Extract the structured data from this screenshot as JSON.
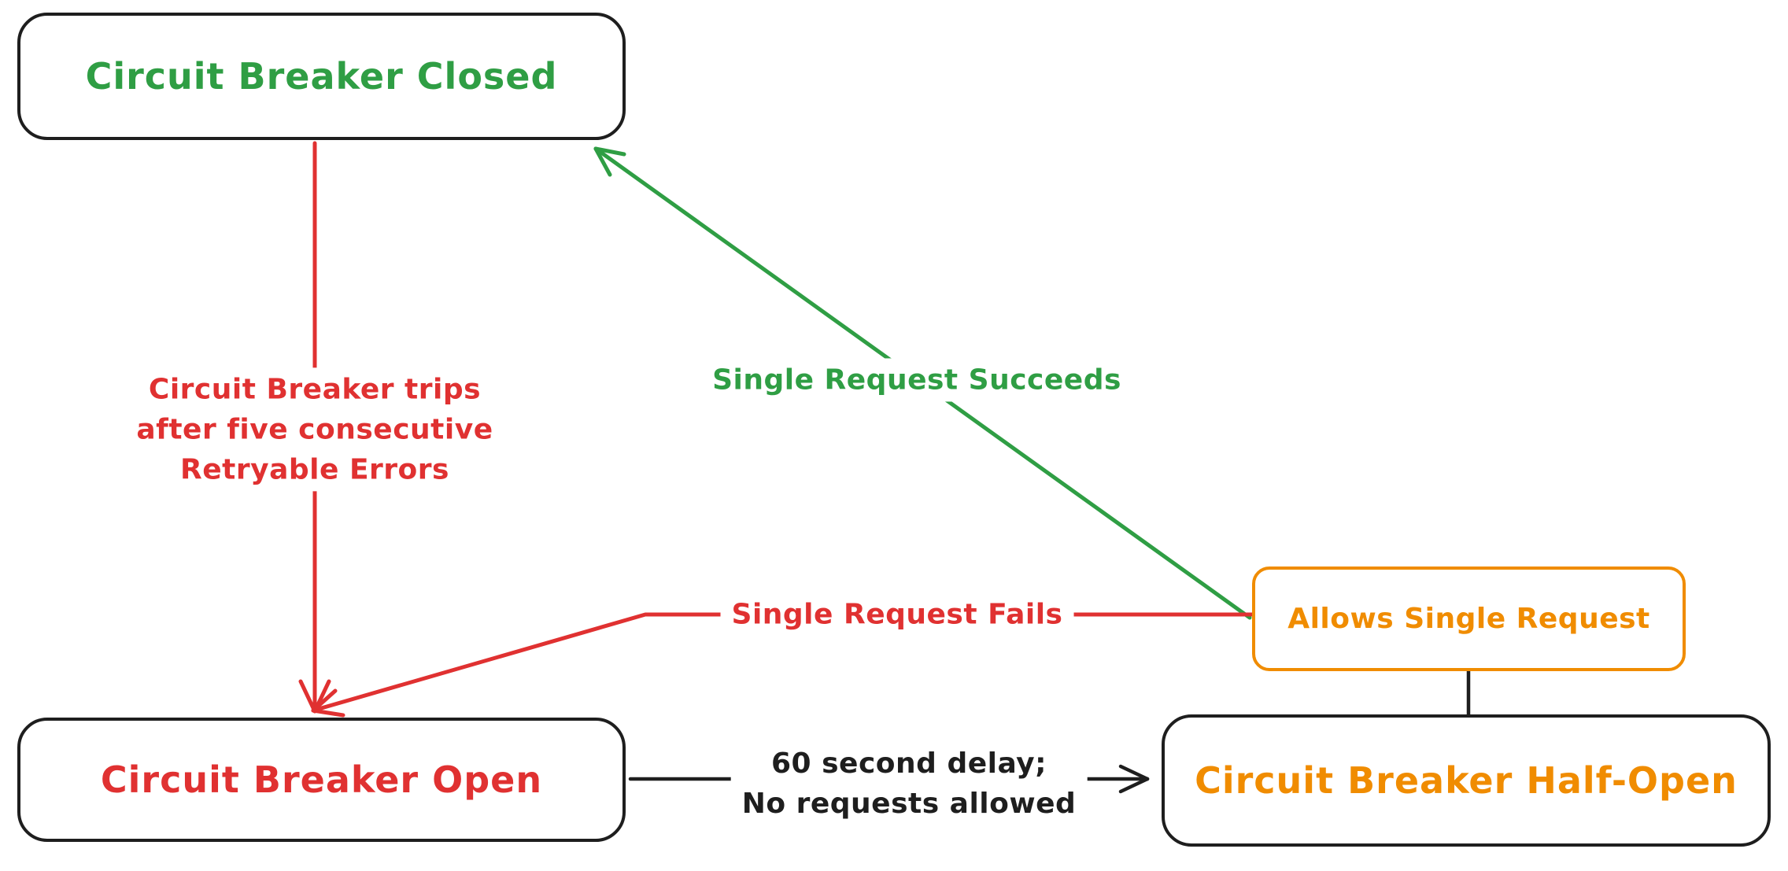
{
  "canvas": {
    "background": "#ffffff"
  },
  "palette": {
    "green": "#2f9e44",
    "red": "#e03131",
    "orange": "#f08c00",
    "ink": "#1e1e1e"
  },
  "nodes": {
    "closed": {
      "label": "Circuit Breaker Closed",
      "color": "#2f9e44"
    },
    "open": {
      "label": "Circuit Breaker Open",
      "color": "#e03131"
    },
    "half_open": {
      "label": "Circuit Breaker Half-Open",
      "color": "#f08c00"
    },
    "allows_single_request": {
      "label": "Allows Single Request",
      "color": "#f08c00"
    }
  },
  "edges": {
    "trip": {
      "label": "Circuit Breaker trips\nafter five consecutive\nRetryable Errors",
      "color": "#e03131",
      "from": "closed",
      "to": "open"
    },
    "succeeds": {
      "label": "Single Request Succeeds",
      "color": "#2f9e44",
      "from": "allows_single_request",
      "to": "closed"
    },
    "fails": {
      "label": "Single Request Fails",
      "color": "#e03131",
      "from": "allows_single_request",
      "to": "open"
    },
    "delay": {
      "label": "60 second delay;\nNo requests allowed",
      "color": "#1e1e1e",
      "from": "open",
      "to": "half_open"
    },
    "half_open_link": {
      "label": "",
      "color": "#1e1e1e",
      "from": "allows_single_request",
      "to": "half_open"
    }
  }
}
